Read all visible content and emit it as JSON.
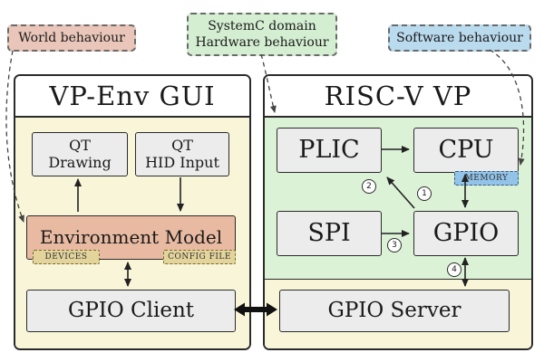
{
  "clouds": {
    "world": "World behaviour",
    "systemc": "SystemC domain\nHardware behaviour",
    "software": "Software behaviour"
  },
  "left_panel": {
    "title": "VP-Env GUI",
    "boxes": {
      "qt_drawing": "QT\nDrawing",
      "qt_hid_input": "QT\nHID Input",
      "environment_model": "Environment Model",
      "devices_tag": "DEVICES",
      "config_file_tag": "CONFIG FILE",
      "gpio_client": "GPIO Client"
    }
  },
  "right_panel": {
    "title": "RISC-V VP",
    "boxes": {
      "plic": "PLIC",
      "cpu": "CPU",
      "memory_tag": "MEMORY",
      "spi": "SPI",
      "gpio": "GPIO",
      "gpio_server": "GPIO Server"
    }
  },
  "markers": {
    "m1": "1",
    "m2": "2",
    "m3": "3",
    "m4": "4"
  },
  "colors": {
    "panel_yellow": "#f8f5d8",
    "panel_green": "#dcf2d6",
    "box_gray": "#ececec",
    "env_salmon": "#e9baa2",
    "tag_tan": "#e3d49c",
    "memory_blue": "#92c3e8",
    "cloud_world": "#e9c6b9",
    "cloud_systemc": "#d4eed2",
    "cloud_software": "#badaee"
  }
}
